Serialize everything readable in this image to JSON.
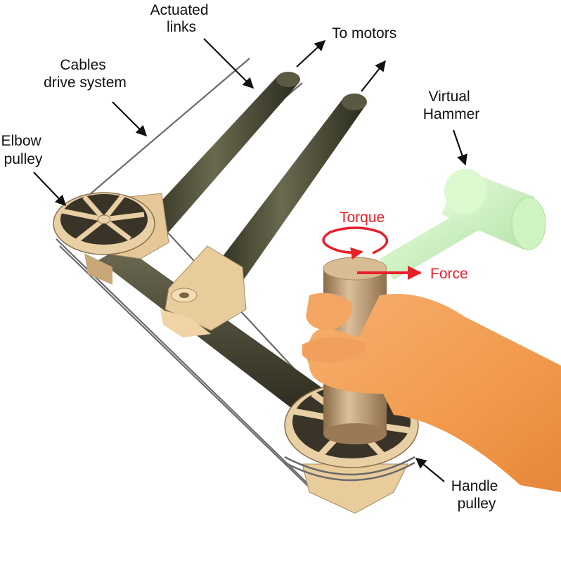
{
  "labels": {
    "actuated_links": [
      "Actuated",
      "links"
    ],
    "to_motors": "To motors",
    "cables": [
      "Cables",
      "drive system"
    ],
    "elbow_pulley": [
      "Elbow",
      "pulley"
    ],
    "virtual_hammer": [
      "Virtual",
      "Hammer"
    ],
    "torque": "Torque",
    "force": "Force",
    "handle_pulley": [
      "Handle",
      "pulley"
    ]
  },
  "colors": {
    "label_text": "#111111",
    "annotation_red": "#e8202a",
    "link_tube": "#4a4a36",
    "bracket": "#e8c99a",
    "handle": "#c9a47a",
    "hammer": "#c8f2b8",
    "hand_skin": "#f0a060",
    "cable": "#6a6a6a"
  }
}
